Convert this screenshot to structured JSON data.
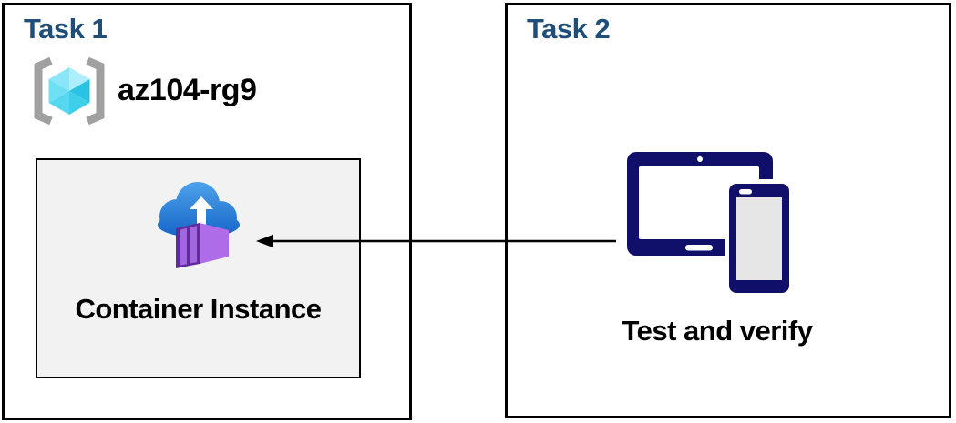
{
  "diagram": {
    "task1": {
      "title": "Task 1",
      "resource_group_name": "az104-rg9",
      "container_label": "Container Instance"
    },
    "task2": {
      "title": "Task 2",
      "label": "Test and verify"
    },
    "connection": {
      "from": "task2-devices",
      "to": "task1-container-instance",
      "direction": "left"
    }
  },
  "colors": {
    "task_title": "#1F4E79",
    "box_border": "#000000",
    "subbox_bg": "#F2F2F2",
    "text_black": "#000000",
    "device_navy": "#10106B",
    "device_screen_white": "#FFFFFF",
    "phone_screen_gray": "#E6E6E6",
    "cloud_blue_light": "#4FA3EA",
    "cloud_blue_dark": "#1465C8",
    "container_front": "#5F2B9B",
    "container_panel": "#A266DE",
    "container_side": "#AE6CE8",
    "bracket_gray": "#A0A0A0",
    "cube_top_left": "#8BE5F8",
    "cube_top_right": "#ACEEFB",
    "cube_right": "#29C2E2",
    "cube_bottom_right": "#3FCFEA",
    "cube_bottom_left": "#55D7F0",
    "cube_left": "#6FDFF4",
    "arrow_black": "#000000"
  }
}
